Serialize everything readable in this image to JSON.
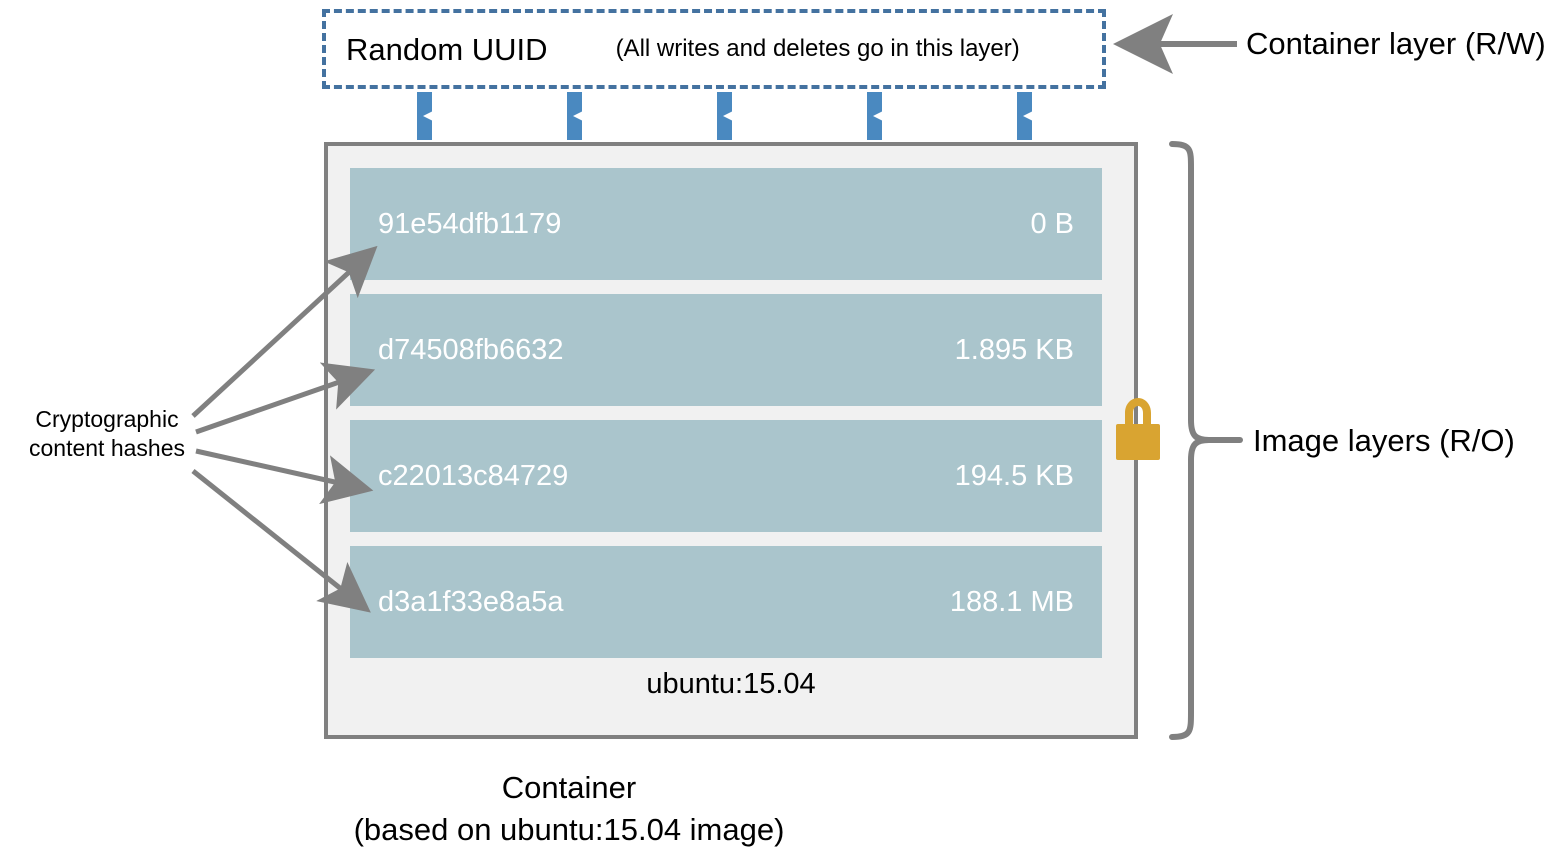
{
  "container_layer": {
    "uuid_label": "Random UUID",
    "note": "(All writes and deletes go in this layer)",
    "annotation": "Container layer (R/W)",
    "border_color": "#4472A0",
    "arrow_color": "#808080"
  },
  "image_box": {
    "annotation": "Image layers (R/O)",
    "tag_label": "ubuntu:15.04",
    "background_color": "#F1F1F1",
    "border_color": "#808080",
    "layer_color": "#AAC5CC",
    "layers": [
      {
        "hash": "91e54dfb1179",
        "size": "0 B"
      },
      {
        "hash": "d74508fb6632",
        "size": "1.895 KB"
      },
      {
        "hash": "c22013c84729",
        "size": "194.5 KB"
      },
      {
        "hash": "d3a1f33e8a5a",
        "size": "188.1 MB"
      }
    ]
  },
  "annotations": {
    "crypto_hashes_line1": "Cryptographic",
    "crypto_hashes_line2": "content hashes",
    "lock_icon_name": "lock-icon",
    "lock_color": "#D9A431"
  },
  "caption": {
    "line1": "Container",
    "line2": "(based on ubuntu:15.04 image)"
  },
  "connector_arrows": {
    "blue_arrow_color": "#4A89C0",
    "count": 5
  }
}
